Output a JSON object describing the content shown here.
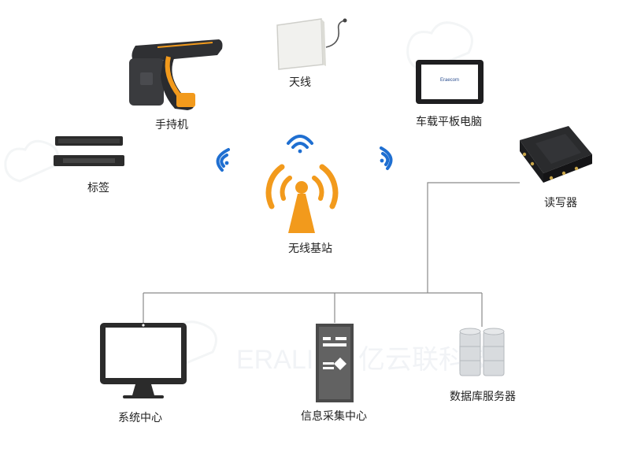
{
  "nodes": {
    "antenna": "天线",
    "handheld": "手持机",
    "tablet": "车载平板电脑",
    "tablet_screen_text": "Eraecom",
    "tag": "标签",
    "base_station": "无线基站",
    "reader": "读写器",
    "system_center": "系统中心",
    "info_center": "信息采集中心",
    "db_server": "数据库服务器"
  },
  "watermark": "ERALINK 亿云联科技",
  "colors": {
    "orange": "#f29a1c",
    "wifi_blue": "#1f6fd1",
    "line": "#8a8a8a",
    "dark": "#2b2b2b"
  }
}
